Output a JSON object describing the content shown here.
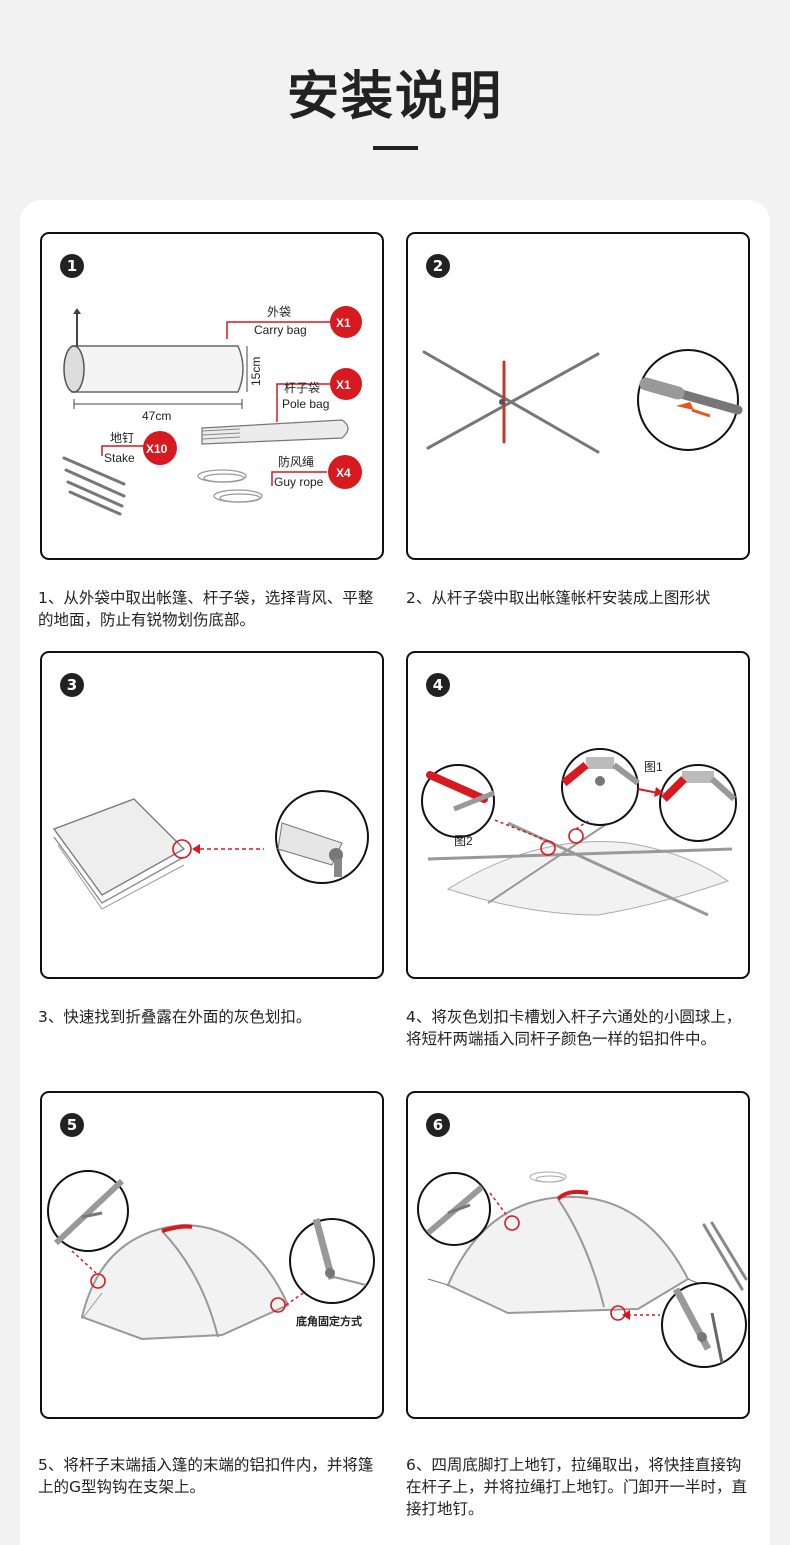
{
  "header": {
    "title": "安装说明"
  },
  "steps": [
    {
      "number": "1",
      "caption": "1、从外袋中取出帐篷、杆子袋，选择背风、平整的地面，防止有锐物划伤底部。",
      "labels": {
        "carry_cn": "外袋",
        "carry_en": "Carry bag",
        "carry_qty": "X1",
        "pole_cn": "杆子袋",
        "pole_en": "Pole bag",
        "pole_qty": "X1",
        "stake_cn": "地钉",
        "stake_en": "Stake",
        "stake_qty": "X10",
        "rope_cn": "防风绳",
        "rope_en": "Guy rope",
        "rope_qty": "X4",
        "length": "47cm",
        "height": "15cm"
      }
    },
    {
      "number": "2",
      "caption": "2、从杆子袋中取出帐篷帐杆安装成上图形状"
    },
    {
      "number": "3",
      "caption": "3、快速找到折叠露在外面的灰色划扣。"
    },
    {
      "number": "4",
      "caption": "4、将灰色划扣卡槽划入杆子六通处的小圆球上，将短杆两端插入同杆子颜色一样的铝扣件中。",
      "labels": {
        "fig1": "图1",
        "fig2": "图2"
      }
    },
    {
      "number": "5",
      "caption": "5、将杆子末端插入篷的末端的铝扣件内，并将篷上的G型钩钩在支架上。",
      "labels": {
        "corner": "底角固定方式"
      }
    },
    {
      "number": "6",
      "caption": "6、四周底脚打上地钉，拉绳取出，将快挂直接钩在杆子上，并将拉绳打上地钉。门卸开一半时，直接打地钉。"
    }
  ],
  "colors": {
    "accent_red": "#d71920",
    "dark": "#222222",
    "grey": "#8a8a8a"
  }
}
